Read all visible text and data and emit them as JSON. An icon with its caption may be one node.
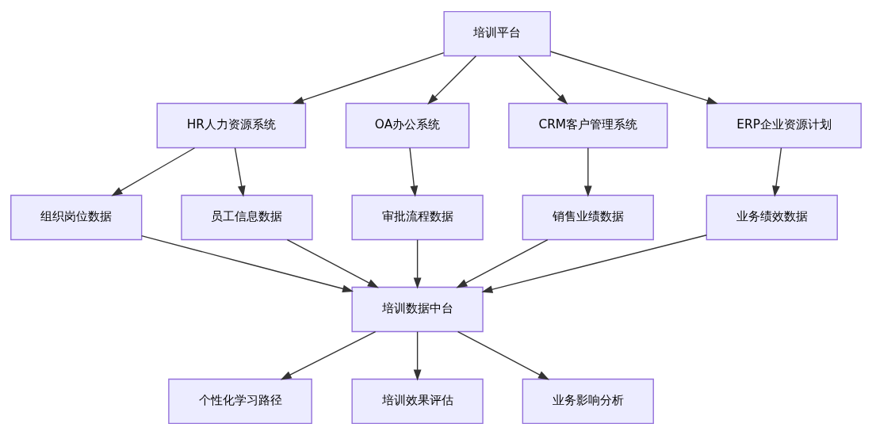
{
  "diagram": {
    "nodes": [
      {
        "text": [
          "培训平台"
        ]
      },
      {
        "text": [
          "HR人力资源系统"
        ]
      },
      {
        "text": [
          "OA办公系统"
        ]
      },
      {
        "text": [
          "CRM客户管理系统"
        ]
      },
      {
        "text": [
          "ERP企业资源计划"
        ]
      },
      {
        "text": [
          "组织岗位数据"
        ]
      },
      {
        "text": [
          "员工信息数据"
        ]
      },
      {
        "text": [
          "审批流程数据"
        ]
      },
      {
        "text": [
          "销售业绩数据"
        ]
      },
      {
        "text": [
          "业务绩效数据"
        ]
      },
      {
        "text": [
          "培训数据中台"
        ]
      },
      {
        "text": [
          "个性化学习路径"
        ]
      },
      {
        "text": [
          "培训效果评估"
        ]
      },
      {
        "text": [
          "业务影响分析"
        ]
      }
    ],
    "edges": [
      {
        "from": 0,
        "to": 1,
        "arrow": "to"
      },
      {
        "from": 0,
        "to": 2,
        "arrow": "to"
      },
      {
        "from": 0,
        "to": 3,
        "arrow": "to"
      },
      {
        "from": 0,
        "to": 4,
        "arrow": "to"
      },
      {
        "from": 1,
        "to": 5,
        "arrow": "to"
      },
      {
        "from": 1,
        "to": 6,
        "arrow": "to"
      },
      {
        "from": 2,
        "to": 7,
        "arrow": "to"
      },
      {
        "from": 3,
        "to": 8,
        "arrow": "to"
      },
      {
        "from": 4,
        "to": 9,
        "arrow": "to"
      },
      {
        "from": 5,
        "to": 10,
        "arrow": "to"
      },
      {
        "from": 6,
        "to": 10,
        "arrow": "to"
      },
      {
        "from": 7,
        "to": 10,
        "arrow": "to"
      },
      {
        "from": 8,
        "to": 10,
        "arrow": "to"
      },
      {
        "from": 9,
        "to": 10,
        "arrow": "to"
      },
      {
        "from": 10,
        "to": 11,
        "arrow": "to"
      },
      {
        "from": 10,
        "to": 12,
        "arrow": "to"
      },
      {
        "from": 10,
        "to": 13,
        "arrow": "to"
      }
    ]
  }
}
